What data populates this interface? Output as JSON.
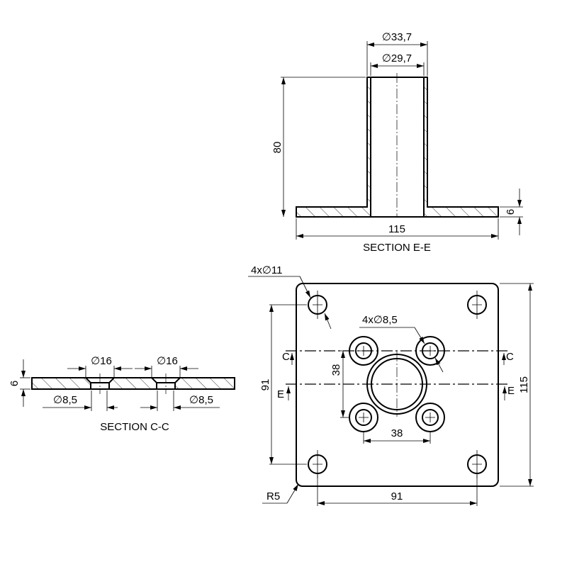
{
  "section_ee": {
    "title": "SECTION E-E",
    "dim_outer_diameter": "∅33,7",
    "dim_inner_diameter": "∅29,7",
    "dim_height": "80",
    "dim_width": "115",
    "dim_thickness": "6"
  },
  "section_cc": {
    "title": "SECTION C-C",
    "dim_countersink_left": "∅16",
    "dim_countersink_right": "∅16",
    "dim_hole_left": "∅8,5",
    "dim_hole_right": "∅8,5",
    "dim_thickness": "6"
  },
  "top_view": {
    "corner_holes_callout": "4x∅11",
    "inner_holes_callout": "4x∅8,5",
    "corner_radius": "R5",
    "dim_hole_spacing_vertical": "91",
    "dim_hole_spacing_horizontal": "91",
    "dim_inner_spacing_vertical": "38",
    "dim_inner_spacing_horizontal": "38",
    "dim_overall": "115",
    "cut_c_left": "C",
    "cut_c_right": "C",
    "cut_e_left": "E",
    "cut_e_right": "E"
  }
}
